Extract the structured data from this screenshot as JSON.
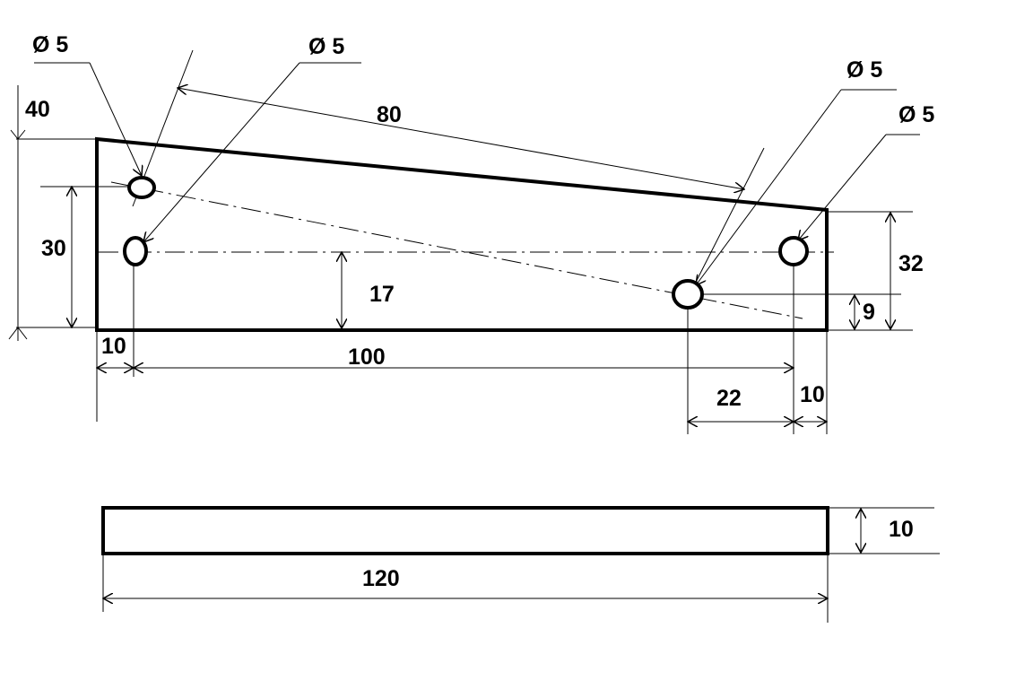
{
  "drawing": {
    "hole_callouts": [
      "Ø 5",
      "Ø 5",
      "Ø 5",
      "Ø 5"
    ],
    "dimensions": {
      "left_height": "40",
      "hole_spacing_vertical": "30",
      "diagonal_hole_distance": "80",
      "right_height": "32",
      "hole_height_from_base": "17",
      "right_hole_height": "9",
      "left_offset": "10",
      "hole_span": "100",
      "right_hole_offset": "22",
      "right_offset": "10",
      "thickness": "10",
      "overall_length": "120"
    }
  }
}
